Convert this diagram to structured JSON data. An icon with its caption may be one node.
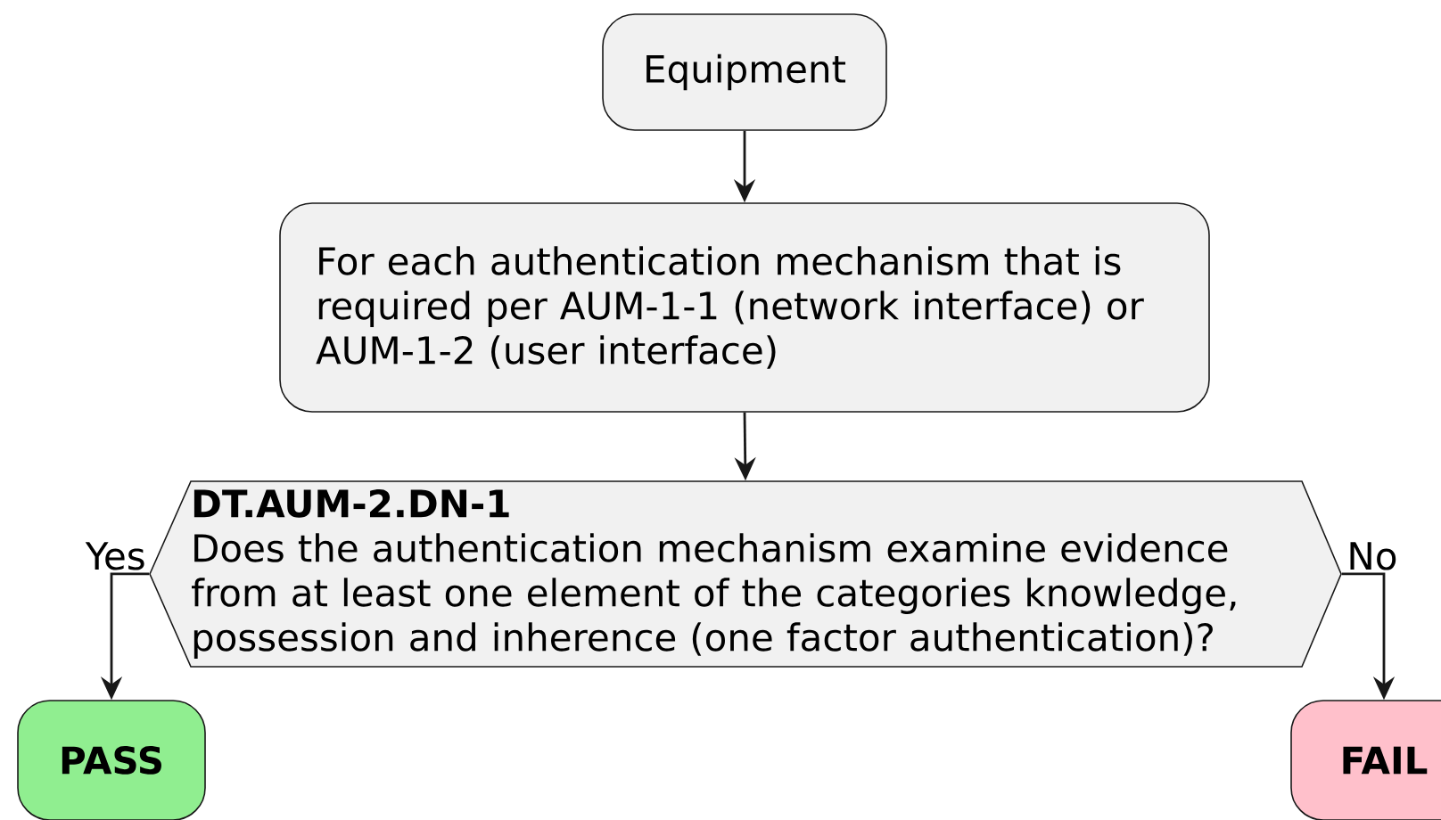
{
  "diagram": {
    "nodes": [
      {
        "text": [
          "Equipment"
        ]
      },
      {
        "text": [
          "For each authentication mechanism that is required per AUM-1-1 (network interface) or AUM-1-2 (user interface)"
        ]
      },
      {
        "text": [
          "DT.AUM-2.DN-1",
          "Does the authentication mechanism examine evidence from at least one element of the categories knowledge, possession and inherence (one factor authentication)?"
        ]
      },
      {
        "text": [
          "PASS"
        ]
      },
      {
        "text": [
          "FAIL"
        ]
      }
    ],
    "edges": [
      {
        "from": 0,
        "to": 1,
        "arrow": "to"
      },
      {
        "from": 1,
        "to": 2,
        "arrow": "to"
      },
      {
        "from": 2,
        "to": 3,
        "arrow": "to",
        "label": "Yes"
      },
      {
        "from": 2,
        "to": 4,
        "arrow": "to",
        "label": "No"
      }
    ]
  }
}
